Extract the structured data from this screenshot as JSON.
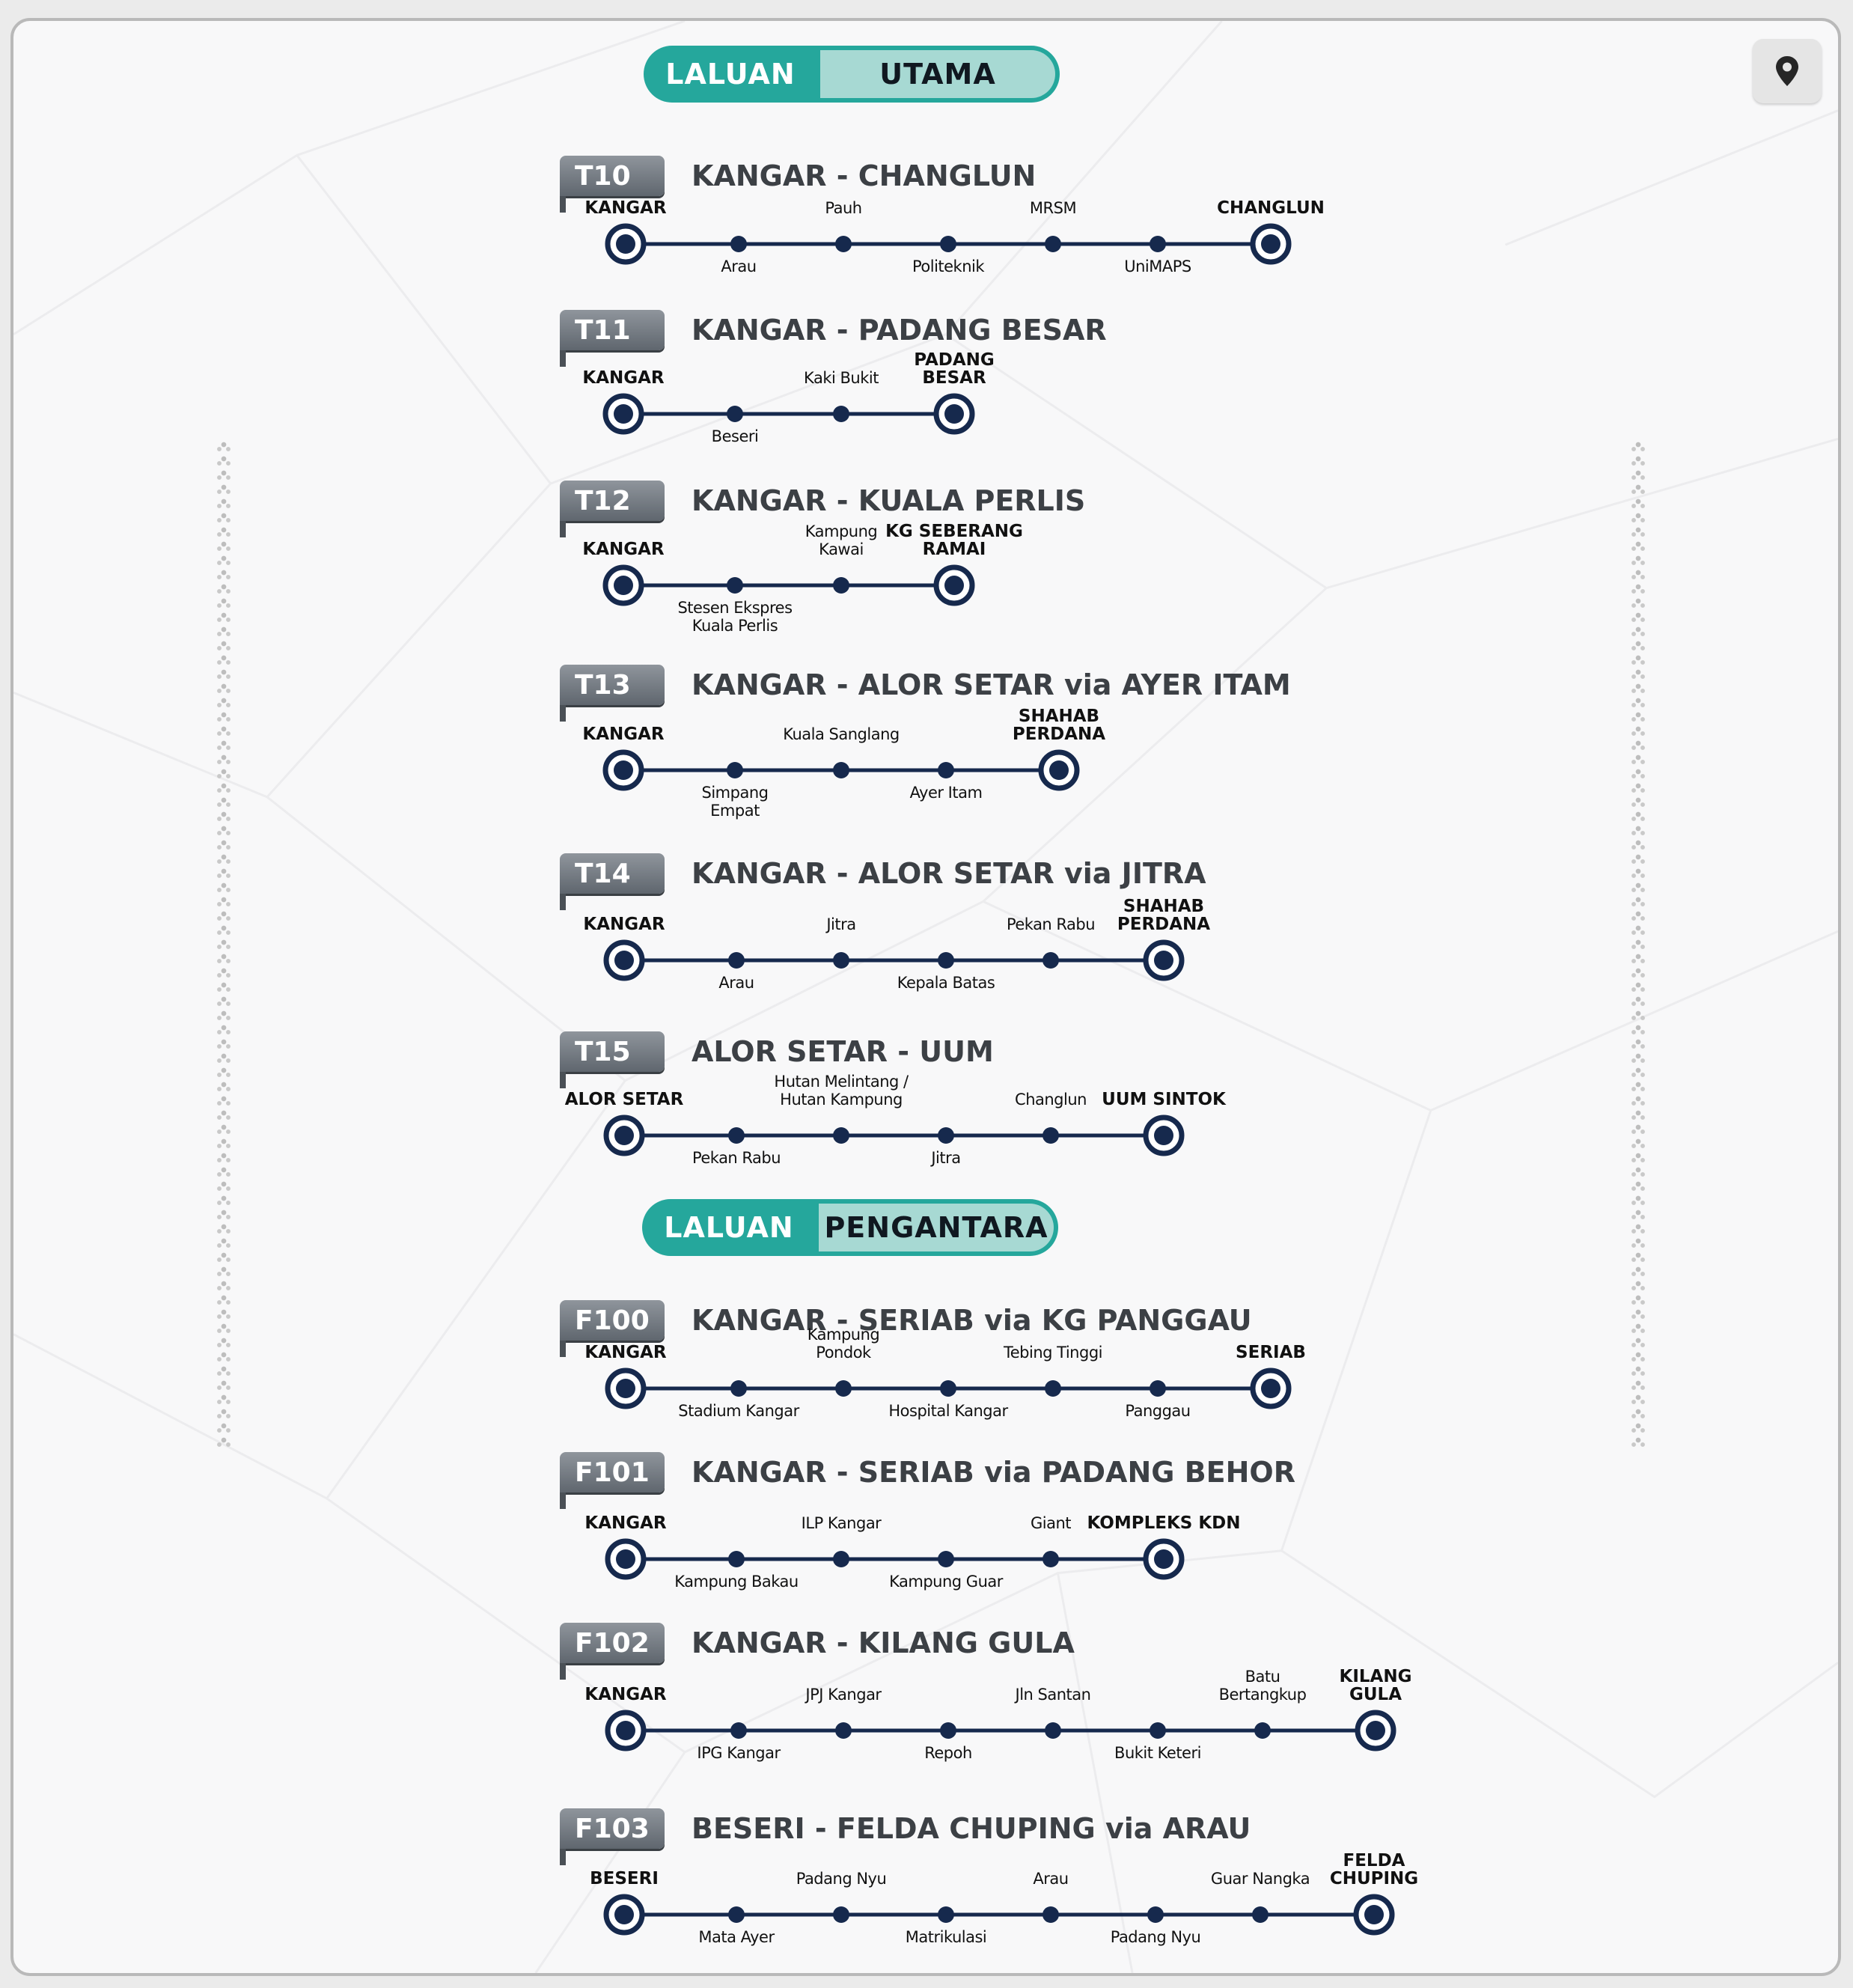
{
  "colors": {
    "teal": "#25a79c",
    "teal_light": "#a7d9d3",
    "navy": "#16294d",
    "tab_gray": "#6e757c",
    "title_gray": "#3c4045"
  },
  "icons": {
    "location": "map-pin-icon"
  },
  "sections": [
    {
      "left": "LALUAN",
      "right": "UTAMA"
    },
    {
      "left": "LALUAN",
      "right": "PENGANTARA"
    }
  ],
  "routes": [
    {
      "code": "T10",
      "title": "KANGAR - CHANGLUN",
      "stops": [
        {
          "name": "KANGAR",
          "major": true,
          "above": true
        },
        {
          "name": "Arau",
          "major": false,
          "above": false
        },
        {
          "name": "Pauh",
          "major": false,
          "above": true
        },
        {
          "name": "Politeknik",
          "major": false,
          "above": false
        },
        {
          "name": "MRSM",
          "major": false,
          "above": true
        },
        {
          "name": "UniMAPS",
          "major": false,
          "above": false
        },
        {
          "name": "CHANGLUN",
          "major": true,
          "above": true
        }
      ]
    },
    {
      "code": "T11",
      "title": "KANGAR - PADANG BESAR",
      "stops": [
        {
          "name": "KANGAR",
          "major": true,
          "above": true
        },
        {
          "name": "Beseri",
          "major": false,
          "above": false
        },
        {
          "name": "Kaki Bukit",
          "major": false,
          "above": true
        },
        {
          "name": "PADANG\nBESAR",
          "major": true,
          "above": true
        }
      ]
    },
    {
      "code": "T12",
      "title": "KANGAR - KUALA PERLIS",
      "stops": [
        {
          "name": "KANGAR",
          "major": true,
          "above": true
        },
        {
          "name": "Stesen Ekspres\nKuala Perlis",
          "major": false,
          "above": false
        },
        {
          "name": "Kampung\nKawai",
          "major": false,
          "above": true
        },
        {
          "name": "KG SEBERANG\nRAMAI",
          "major": true,
          "above": true
        }
      ]
    },
    {
      "code": "T13",
      "title": "KANGAR - ALOR SETAR via AYER ITAM",
      "stops": [
        {
          "name": "KANGAR",
          "major": true,
          "above": true
        },
        {
          "name": "Simpang\nEmpat",
          "major": false,
          "above": false
        },
        {
          "name": "Kuala Sanglang",
          "major": false,
          "above": true
        },
        {
          "name": "Ayer Itam",
          "major": false,
          "above": false
        },
        {
          "name": "SHAHAB\nPERDANA",
          "major": true,
          "above": true
        }
      ]
    },
    {
      "code": "T14",
      "title": "KANGAR - ALOR SETAR via JITRA",
      "stops": [
        {
          "name": "KANGAR",
          "major": true,
          "above": true
        },
        {
          "name": "Arau",
          "major": false,
          "above": false
        },
        {
          "name": "Jitra",
          "major": false,
          "above": true
        },
        {
          "name": "Kepala Batas",
          "major": false,
          "above": false
        },
        {
          "name": "Pekan Rabu",
          "major": false,
          "above": true
        },
        {
          "name": "SHAHAB\nPERDANA",
          "major": true,
          "above": true
        }
      ]
    },
    {
      "code": "T15",
      "title": "ALOR SETAR - UUM",
      "stops": [
        {
          "name": "ALOR SETAR",
          "major": true,
          "above": true
        },
        {
          "name": "Pekan Rabu",
          "major": false,
          "above": false
        },
        {
          "name": "Hutan Melintang /\nHutan Kampung",
          "major": false,
          "above": true
        },
        {
          "name": "Jitra",
          "major": false,
          "above": false
        },
        {
          "name": "Changlun",
          "major": false,
          "above": true
        },
        {
          "name": "UUM SINTOK",
          "major": true,
          "above": true
        }
      ]
    },
    {
      "code": "F100",
      "title": "KANGAR - SERIAB via KG PANGGAU",
      "stops": [
        {
          "name": "KANGAR",
          "major": true,
          "above": true
        },
        {
          "name": "Stadium Kangar",
          "major": false,
          "above": false
        },
        {
          "name": "Kampung\nPondok",
          "major": false,
          "above": true
        },
        {
          "name": "Hospital Kangar",
          "major": false,
          "above": false
        },
        {
          "name": "Tebing Tinggi",
          "major": false,
          "above": true
        },
        {
          "name": "Panggau",
          "major": false,
          "above": false
        },
        {
          "name": "SERIAB",
          "major": true,
          "above": true
        }
      ]
    },
    {
      "code": "F101",
      "title": "KANGAR - SERIAB via PADANG BEHOR",
      "stops": [
        {
          "name": "KANGAR",
          "major": true,
          "above": true
        },
        {
          "name": "Kampung Bakau",
          "major": false,
          "above": false
        },
        {
          "name": "ILP Kangar",
          "major": false,
          "above": true
        },
        {
          "name": "Kampung Guar",
          "major": false,
          "above": false
        },
        {
          "name": "Giant",
          "major": false,
          "above": true
        },
        {
          "name": "KOMPLEKS KDN",
          "major": true,
          "above": true
        }
      ]
    },
    {
      "code": "F102",
      "title": "KANGAR - KILANG GULA",
      "stops": [
        {
          "name": "KANGAR",
          "major": true,
          "above": true
        },
        {
          "name": "IPG Kangar",
          "major": false,
          "above": false
        },
        {
          "name": "JPJ Kangar",
          "major": false,
          "above": true
        },
        {
          "name": "Repoh",
          "major": false,
          "above": false
        },
        {
          "name": "Jln Santan",
          "major": false,
          "above": true
        },
        {
          "name": "Bukit Keteri",
          "major": false,
          "above": false
        },
        {
          "name": "Batu\nBertangkup",
          "major": false,
          "above": true
        },
        {
          "name": "KILANG\nGULA",
          "major": true,
          "above": true
        }
      ]
    },
    {
      "code": "F103",
      "title": "BESERI - FELDA CHUPING via ARAU",
      "stops": [
        {
          "name": "BESERI",
          "major": true,
          "above": true
        },
        {
          "name": "Mata Ayer",
          "major": false,
          "above": false
        },
        {
          "name": "Padang Nyu",
          "major": false,
          "above": true
        },
        {
          "name": "Matrikulasi",
          "major": false,
          "above": false
        },
        {
          "name": "Arau",
          "major": false,
          "above": true
        },
        {
          "name": "Padang Nyu",
          "major": false,
          "above": false
        },
        {
          "name": "Guar Nangka",
          "major": false,
          "above": true
        },
        {
          "name": "FELDA\nCHUPING",
          "major": true,
          "above": true
        }
      ]
    }
  ]
}
